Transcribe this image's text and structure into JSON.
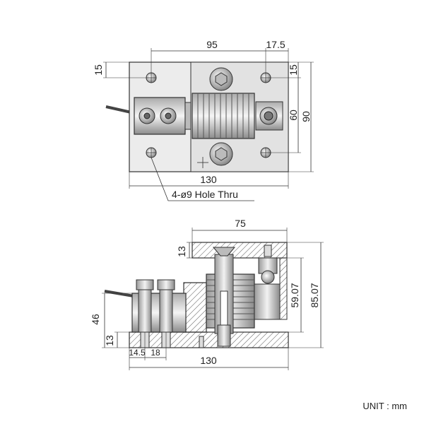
{
  "top_view": {
    "dims": {
      "width": "130",
      "hole_spacing": "95",
      "edge_offset_x": "17.5",
      "edge_offset_y_left": "15",
      "edge_offset_y_right": "15",
      "inner_height": "60",
      "outer_height": "90"
    },
    "callout": "4-ø9 Hole Thru"
  },
  "side_view": {
    "dims": {
      "top_width": "75",
      "base_width": "130",
      "top_plate_thickness": "13",
      "base_thickness": "13",
      "height_46": "46",
      "spacing_a": "14.5",
      "spacing_b": "18",
      "height_59": "59.07",
      "height_85": "85.07"
    }
  },
  "unit_label": "UNIT : mm"
}
